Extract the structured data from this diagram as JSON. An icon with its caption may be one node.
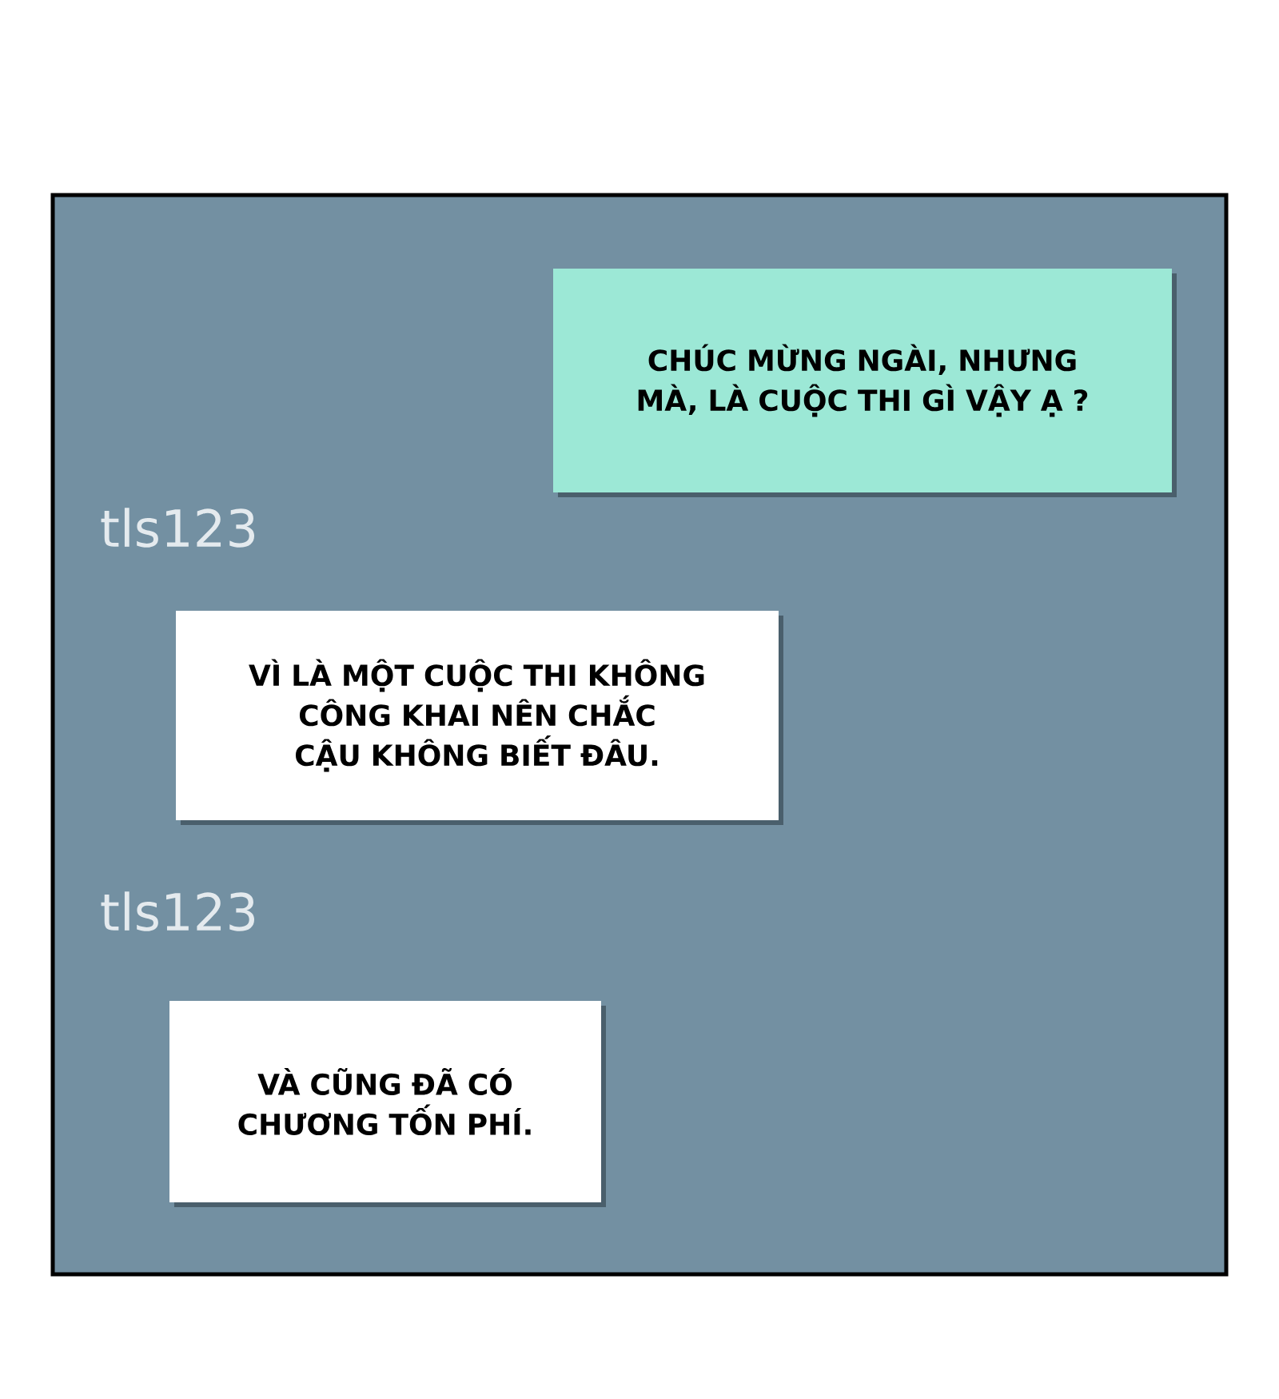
{
  "diagram": {
    "nodes": [
      {
        "text": [],
        "shape": "box"
      },
      {
        "text": [
          "CHÚC MỪNG NGÀI, NHƯNG MÀ, LÀ CUỘC THI GÌ VẬY Ạ ?"
        ],
        "in": 0
      },
      {
        "text": [
          "VÌ LÀ MỘT CUỘC THI KHÔNG CÔNG KHAI NÊN CHẮC CẬU KHÔNG BIẾT ĐÂU."
        ],
        "in": 0
      },
      {
        "text": [
          "VÀ CŨNG ĐÃ CÓ CHƯƠNG TỐN PHÍ."
        ],
        "in": 0
      }
    ],
    "labels": [
      "tls123",
      "tls123"
    ]
  }
}
